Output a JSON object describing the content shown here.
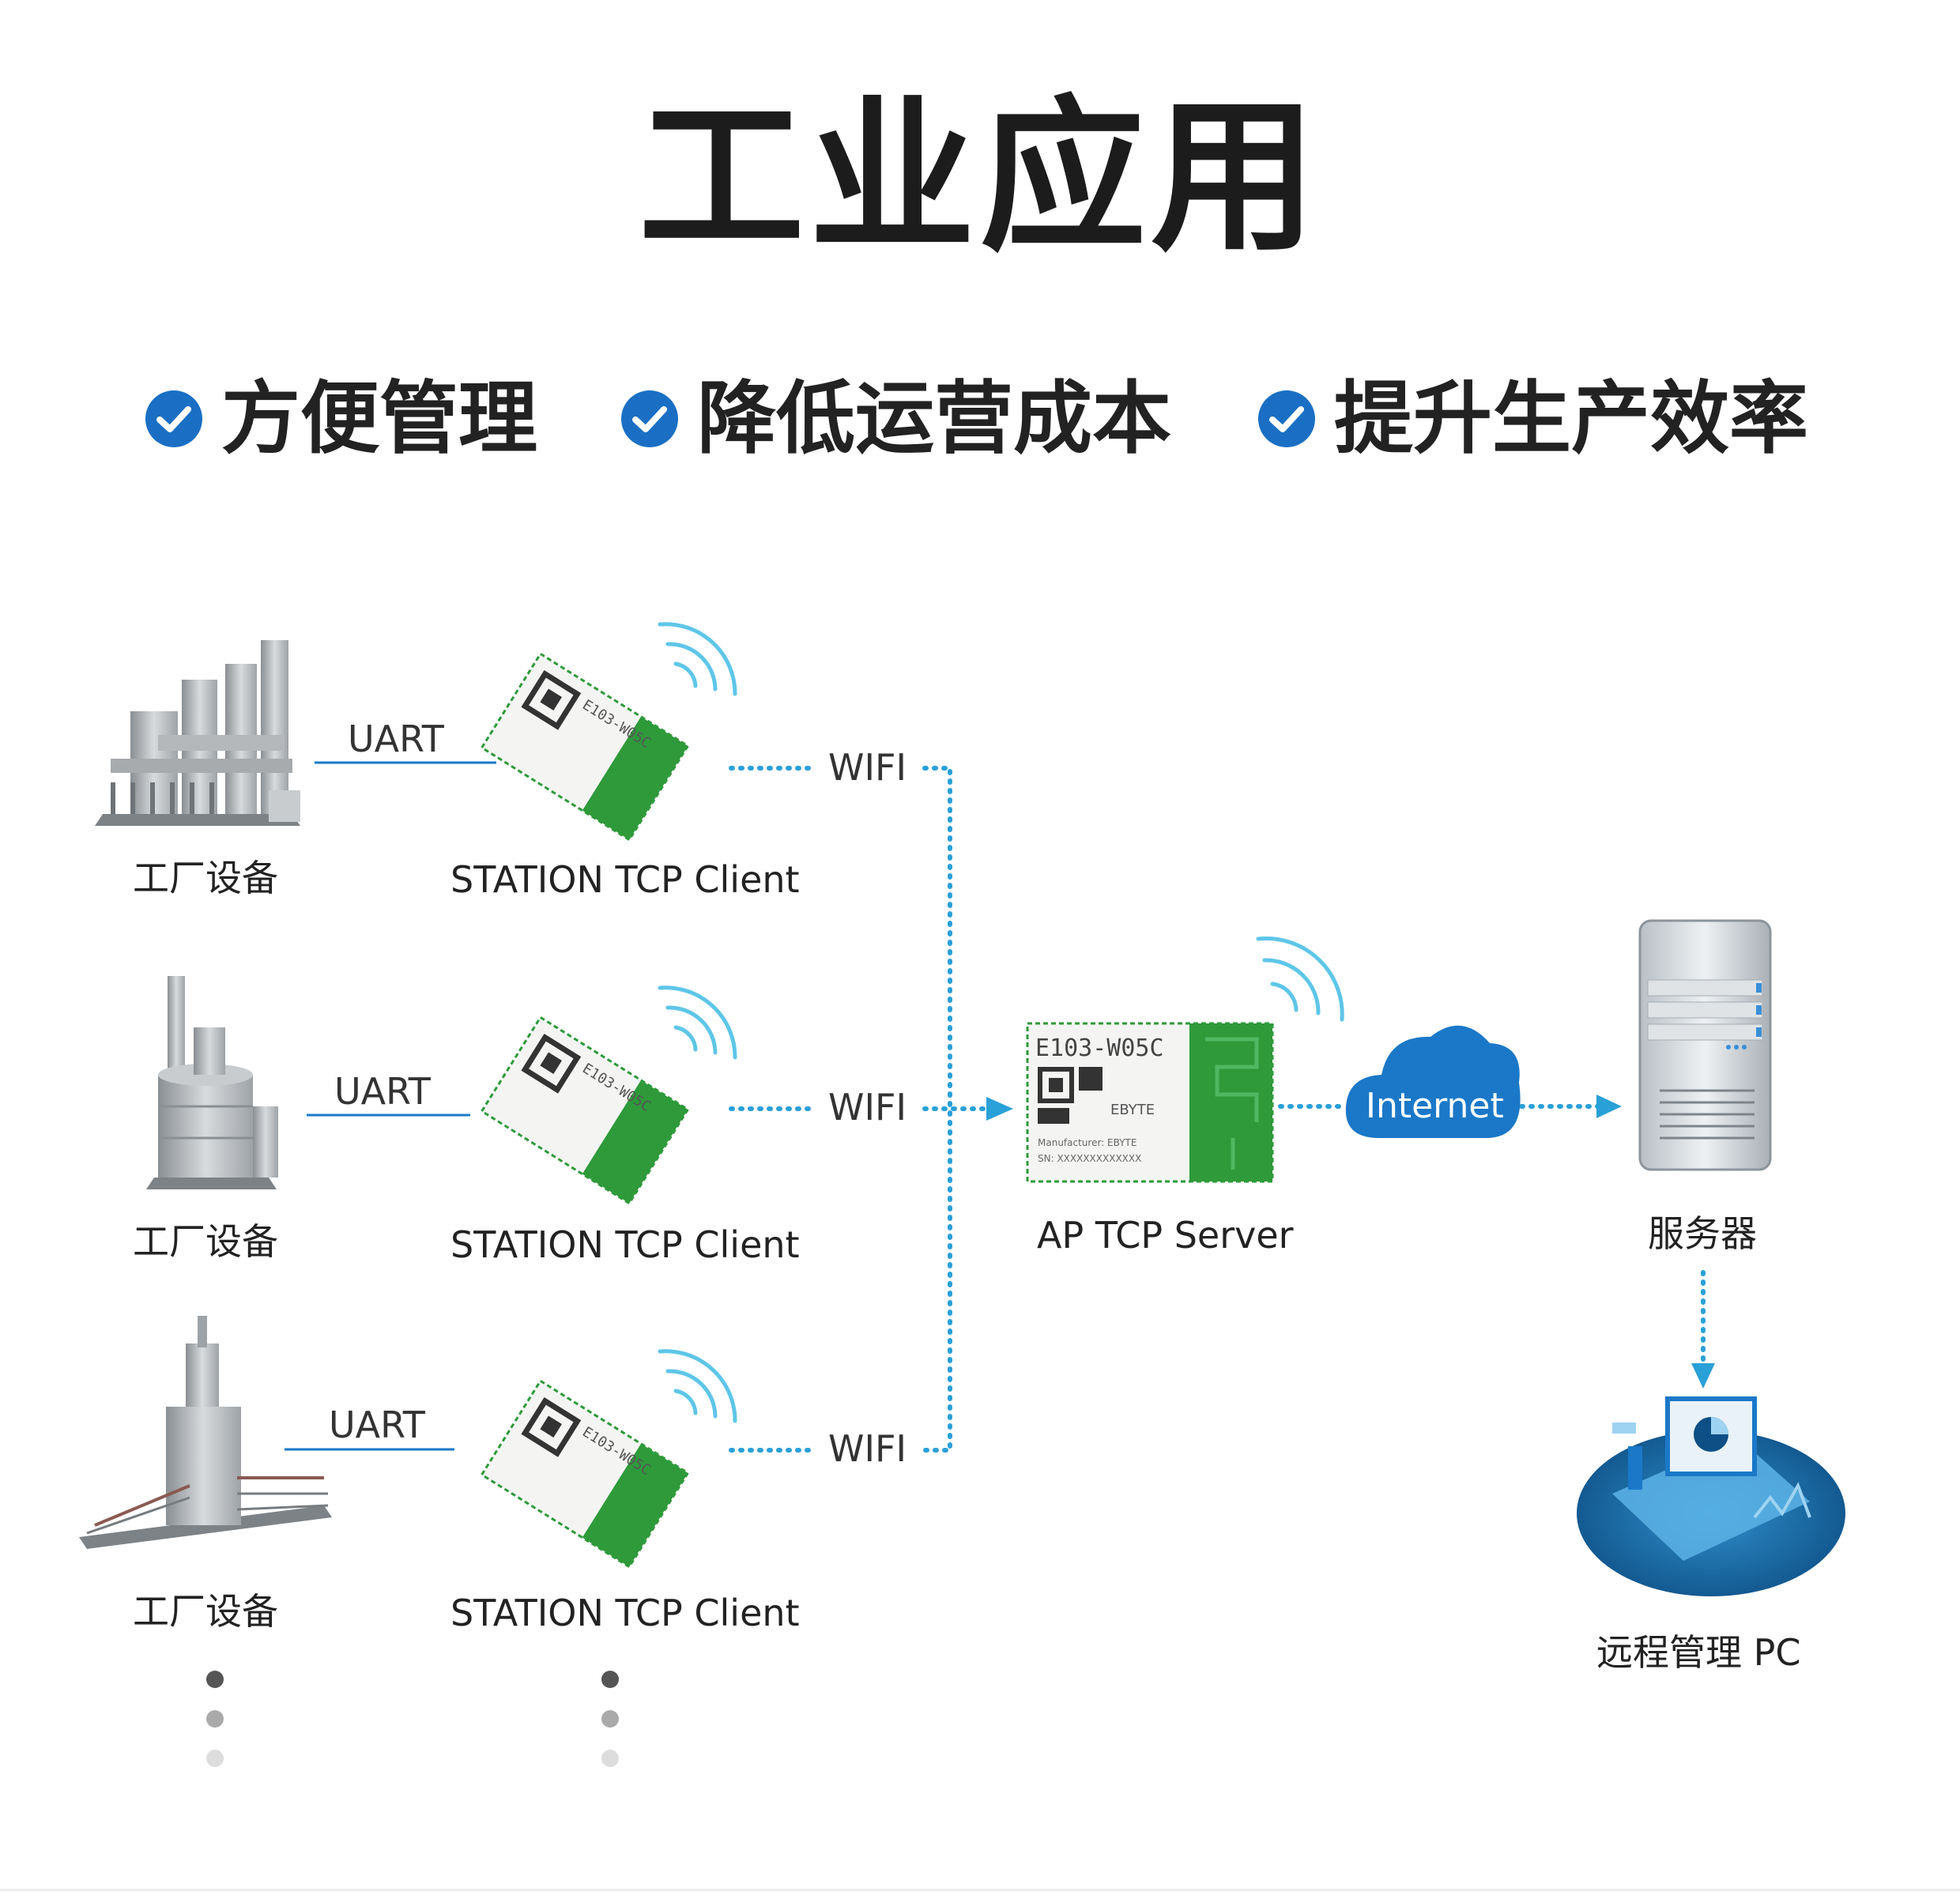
{
  "title": "工业应用",
  "benefits": [
    "方便管理",
    "降低运营成本",
    "提升生产效率"
  ],
  "clients": [
    {
      "device_label": "工厂设备",
      "link_label": "UART",
      "module_label": "STATION  TCP Client",
      "wireless_label": "WIFI"
    },
    {
      "device_label": "工厂设备",
      "link_label": "UART",
      "module_label": "STATION  TCP Client",
      "wireless_label": "WIFI"
    },
    {
      "device_label": "工厂设备",
      "link_label": "UART",
      "module_label": "STATION  TCP Client",
      "wireless_label": "WIFI"
    }
  ],
  "module_text": {
    "model": "E103-W05C",
    "brand": "EBYTE",
    "manufacturer": "Manufacturer: EBYTE",
    "serial": "SN: XXXXXXXXXXXXX"
  },
  "ap": {
    "label": "AP TCP Server"
  },
  "cloud": {
    "label": "Internet"
  },
  "server": {
    "label": "服务器"
  },
  "pc": {
    "label": "远程管理 PC"
  },
  "colors": {
    "accent_blue": "#1b78c8",
    "check_blue": "#1a6fc4",
    "dotted_line": "#2aa0d8",
    "pcb_green": "#2e9a3a",
    "wifi_arc": "#5ec6e8"
  }
}
